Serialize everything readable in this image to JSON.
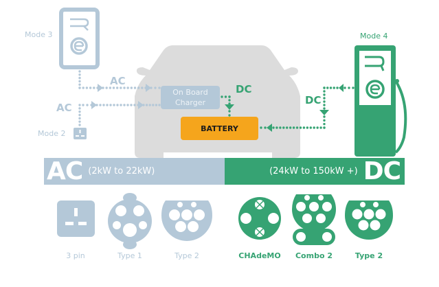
{
  "colors": {
    "ac": "#b4c8d8",
    "dc": "#36a373",
    "battery": "#f5a51c",
    "car": "#dcdcdc"
  },
  "sources": {
    "mode3_label": "Mode 3",
    "mode2_label": "Mode 2",
    "mode4_label": "Mode 4"
  },
  "flows": {
    "ac_upper_label": "AC",
    "ac_lower_label": "AC",
    "dc_internal_label": "DC",
    "dc_external_label": "DC"
  },
  "car": {
    "onboard_charger_line1": "On Board",
    "onboard_charger_line2": "Charger",
    "battery_label": "BATTERY"
  },
  "bands": {
    "ac": {
      "title": "AC",
      "range": "(2kW to 22kW)"
    },
    "dc": {
      "title": "DC",
      "range": "(24kW to 150kW +)"
    }
  },
  "connectors": {
    "ac": [
      {
        "label": "3 pin",
        "icon": "uk-3-pin-plug-icon"
      },
      {
        "label": "Type 1",
        "icon": "type-1-connector-icon"
      },
      {
        "label": "Type 2",
        "icon": "type-2-connector-icon"
      }
    ],
    "dc": [
      {
        "label": "CHAdeMO",
        "icon": "chademo-connector-icon"
      },
      {
        "label": "Combo 2",
        "icon": "combo-2-connector-icon"
      },
      {
        "label": "Type 2",
        "icon": "type-2-connector-icon"
      }
    ]
  }
}
